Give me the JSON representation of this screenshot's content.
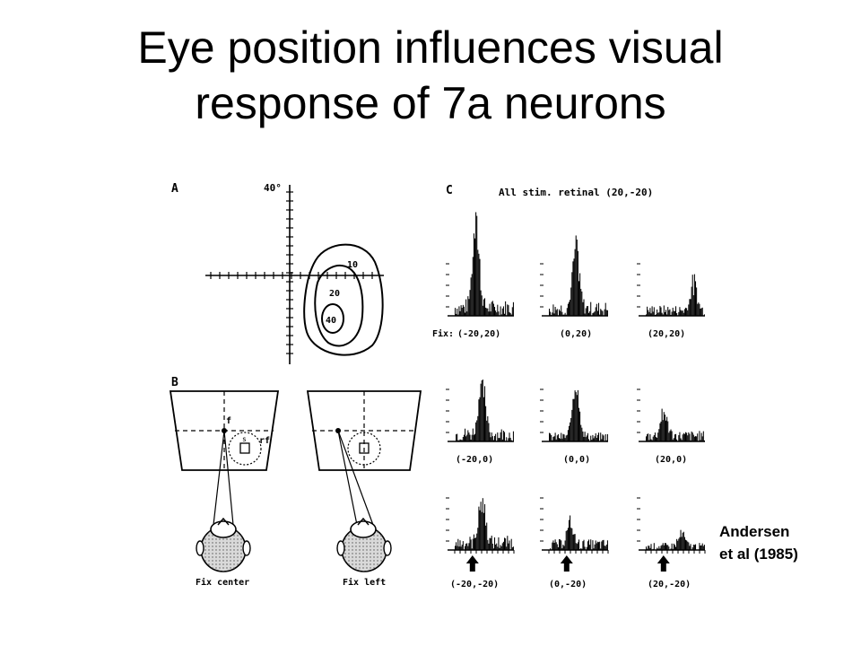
{
  "slide": {
    "title_line1": "Eye position influences visual",
    "title_line2": "response of 7a neurons",
    "citation_line1": "Andersen",
    "citation_line2": "et al (1985)"
  },
  "figure": {
    "panel_a": {
      "label": "A",
      "axis_label": "40°",
      "contours": [
        "10",
        "20",
        "40"
      ]
    },
    "panel_b": {
      "label": "B",
      "fixation_label": "f",
      "rf_label": "rf",
      "captions": [
        "Fix center",
        "Fix left"
      ]
    },
    "panel_c": {
      "label": "C",
      "header": "All stim. retinal (20,-20)",
      "fix_prefix": "Fix:",
      "row_labels": [
        [
          "(-20,20)",
          "(0,20)",
          "(20,20)"
        ],
        [
          "(-20,0)",
          "(0,0)",
          "(20,0)"
        ],
        [
          "(-20,-20)",
          "(0,-20)",
          "(20,-20)"
        ]
      ]
    }
  }
}
